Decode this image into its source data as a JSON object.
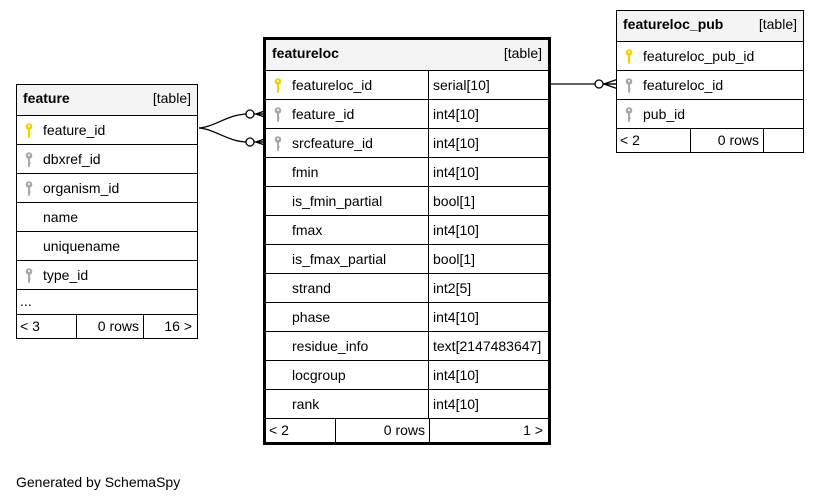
{
  "tables": {
    "feature": {
      "name": "feature",
      "tag": "[table]",
      "columns": [
        {
          "name": "feature_id",
          "key": "primary"
        },
        {
          "name": "dbxref_id",
          "key": "foreign"
        },
        {
          "name": "organism_id",
          "key": "foreign"
        },
        {
          "name": "name",
          "key": "none"
        },
        {
          "name": "uniquename",
          "key": "none"
        },
        {
          "name": "type_id",
          "key": "foreign"
        }
      ],
      "more": "...",
      "footer": {
        "left": "< 3",
        "rows": "0 rows",
        "right": "16 >"
      }
    },
    "featureloc": {
      "name": "featureloc",
      "tag": "[table]",
      "columns": [
        {
          "name": "featureloc_id",
          "type": "serial[10]",
          "key": "primary"
        },
        {
          "name": "feature_id",
          "type": "int4[10]",
          "key": "foreign"
        },
        {
          "name": "srcfeature_id",
          "type": "int4[10]",
          "key": "foreign"
        },
        {
          "name": "fmin",
          "type": "int4[10]",
          "key": "none"
        },
        {
          "name": "is_fmin_partial",
          "type": "bool[1]",
          "key": "none"
        },
        {
          "name": "fmax",
          "type": "int4[10]",
          "key": "none"
        },
        {
          "name": "is_fmax_partial",
          "type": "bool[1]",
          "key": "none"
        },
        {
          "name": "strand",
          "type": "int2[5]",
          "key": "none"
        },
        {
          "name": "phase",
          "type": "int4[10]",
          "key": "none"
        },
        {
          "name": "residue_info",
          "type": "text[2147483647]",
          "key": "none"
        },
        {
          "name": "locgroup",
          "type": "int4[10]",
          "key": "none"
        },
        {
          "name": "rank",
          "type": "int4[10]",
          "key": "none"
        }
      ],
      "footer": {
        "left": "< 2",
        "rows": "0 rows",
        "right": "1 >"
      }
    },
    "featureloc_pub": {
      "name": "featureloc_pub",
      "tag": "[table]",
      "columns": [
        {
          "name": "featureloc_pub_id",
          "key": "primary"
        },
        {
          "name": "featureloc_id",
          "key": "foreign"
        },
        {
          "name": "pub_id",
          "key": "foreign"
        }
      ],
      "footer": {
        "left": "< 2",
        "rows": "0 rows",
        "right": ""
      }
    }
  },
  "colors": {
    "primary_key": "#f2d300",
    "foreign_key": "#a8a8a8",
    "header_bg": "#f4f4f4"
  },
  "generated_by": "Generated by SchemaSpy"
}
